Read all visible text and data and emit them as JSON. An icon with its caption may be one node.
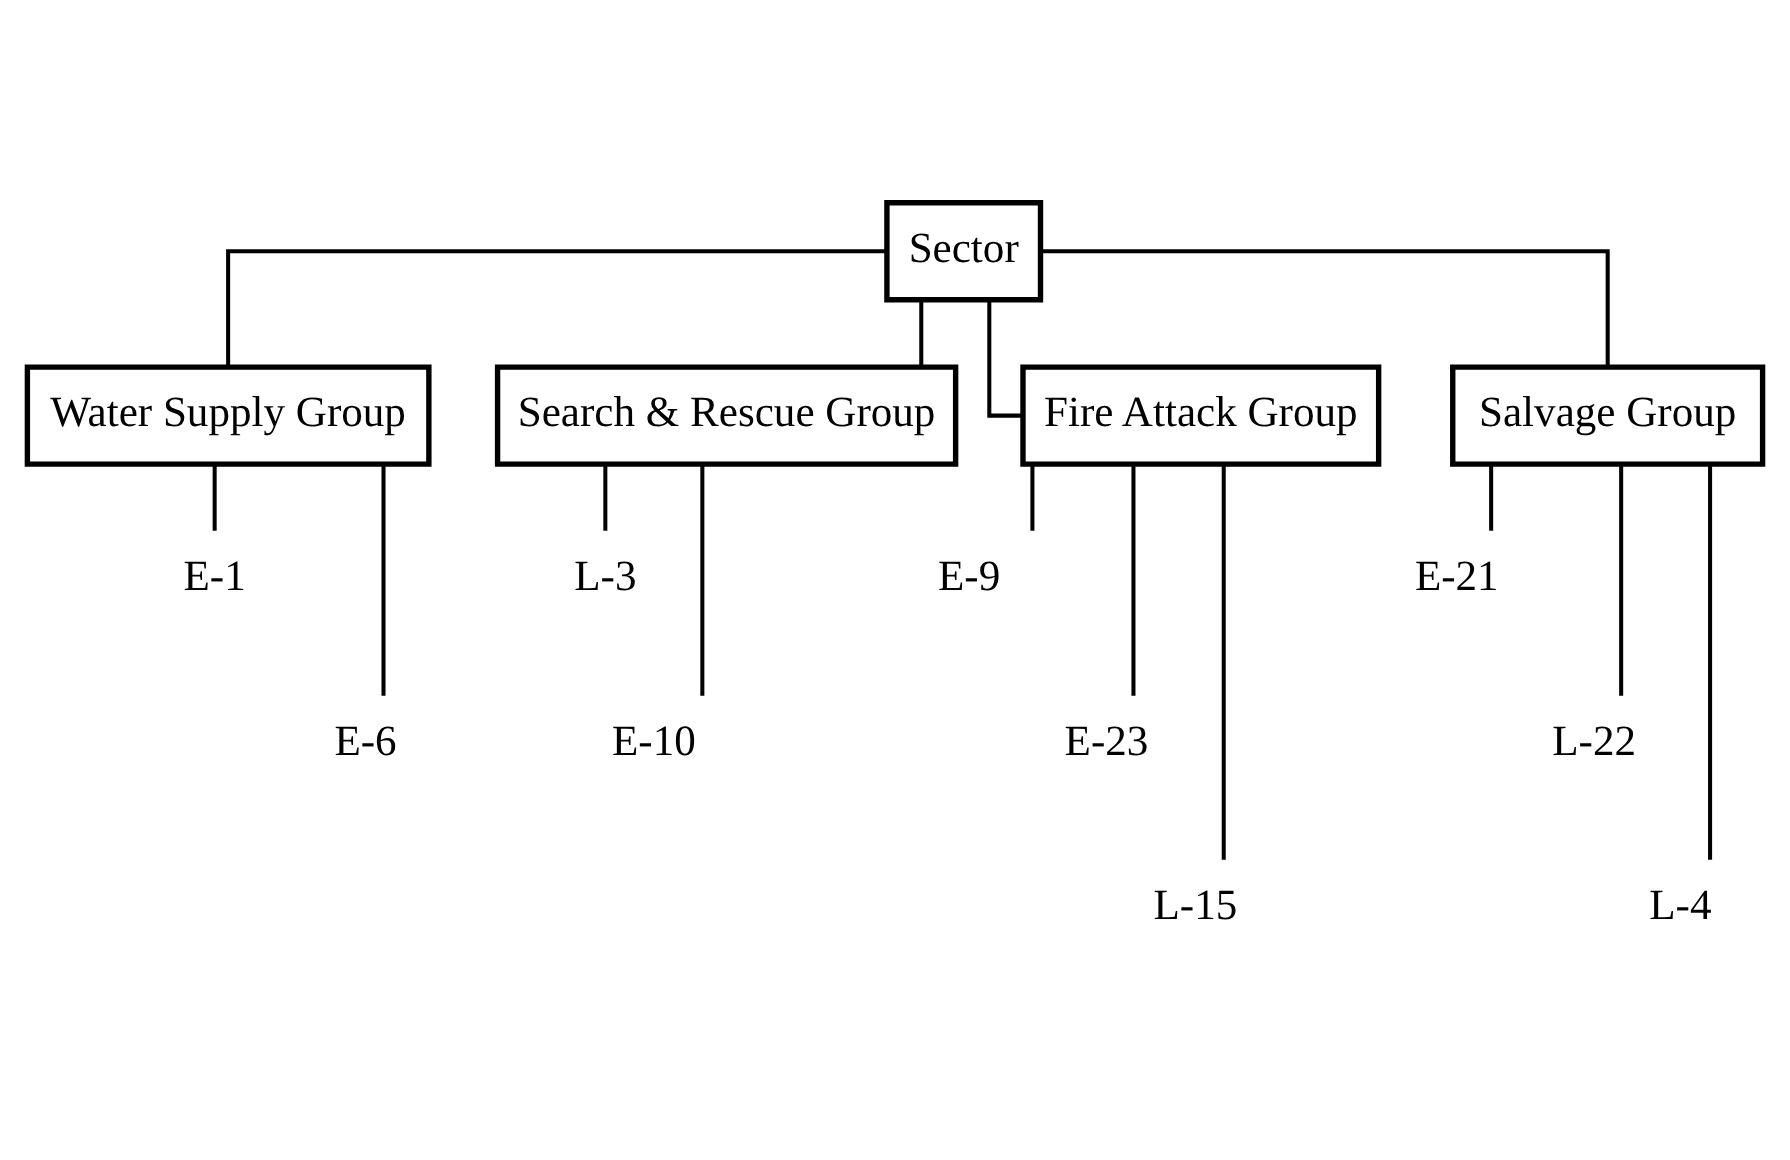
{
  "diagram": {
    "nodes": [
      {
        "text": [
          "Sector"
        ]
      },
      {
        "text": [
          "Water Supply Group"
        ]
      },
      {
        "text": [
          "Search & Rescue Group"
        ]
      },
      {
        "text": [
          "Fire Attack Group"
        ]
      },
      {
        "text": [
          "Salvage Group"
        ]
      },
      {
        "text": [
          "E-1"
        ]
      },
      {
        "text": [
          "E-6"
        ]
      },
      {
        "text": [
          "L-3"
        ]
      },
      {
        "text": [
          "E-10"
        ]
      },
      {
        "text": [
          "E-9"
        ]
      },
      {
        "text": [
          "E-23"
        ]
      },
      {
        "text": [
          "L-15"
        ]
      },
      {
        "text": [
          "E-21"
        ]
      },
      {
        "text": [
          "L-22"
        ]
      },
      {
        "text": [
          "L-4"
        ]
      }
    ],
    "edges": [
      {
        "from": 0,
        "to": 1,
        "arrow": "none"
      },
      {
        "from": 0,
        "to": 2,
        "arrow": "none"
      },
      {
        "from": 0,
        "to": 3,
        "arrow": "none"
      },
      {
        "from": 0,
        "to": 4,
        "arrow": "none"
      },
      {
        "from": 1,
        "to": 5,
        "arrow": "none"
      },
      {
        "from": 1,
        "to": 6,
        "arrow": "none"
      },
      {
        "from": 2,
        "to": 7,
        "arrow": "none"
      },
      {
        "from": 2,
        "to": 8,
        "arrow": "none"
      },
      {
        "from": 3,
        "to": 9,
        "arrow": "none"
      },
      {
        "from": 3,
        "to": 10,
        "arrow": "none"
      },
      {
        "from": 3,
        "to": 11,
        "arrow": "none"
      },
      {
        "from": 4,
        "to": 12,
        "arrow": "none"
      },
      {
        "from": 4,
        "to": 13,
        "arrow": "none"
      },
      {
        "from": 4,
        "to": 14,
        "arrow": "none"
      }
    ]
  }
}
